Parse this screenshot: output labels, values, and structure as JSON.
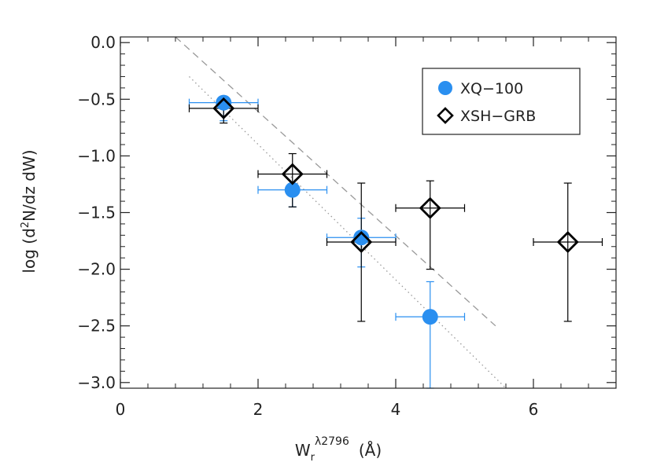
{
  "chart_data": {
    "type": "scatter",
    "xlabel": {
      "main": "W",
      "sub": "r",
      "sup": "λ2796",
      "unit": "(Å)"
    },
    "ylabel": {
      "pre": "log  (d",
      "sup": "2",
      "post": "N/dz  dW)"
    },
    "xlim": [
      0,
      7.2
    ],
    "ylim": [
      -3.05,
      0.05
    ],
    "xticks": [
      0,
      2,
      4,
      6
    ],
    "xtick_labels": [
      "0",
      "2",
      "4",
      "6"
    ],
    "yticks": [
      0.0,
      -0.5,
      -1.0,
      -1.5,
      -2.0,
      -2.5,
      -3.0
    ],
    "ytick_labels": [
      "0.0",
      "−0.5",
      "−1.0",
      "−1.5",
      "−2.0",
      "−2.5",
      "−3.0"
    ],
    "legend_position": "top-right",
    "series": [
      {
        "name": "XQ−100",
        "marker": "filled-circle",
        "color": "#2a8ff0",
        "points": [
          {
            "x": 1.5,
            "y": -0.53,
            "xerr": 0.5,
            "yerr_lo": 0.16,
            "yerr_hi": 0.0
          },
          {
            "x": 2.5,
            "y": -1.3,
            "xerr": 0.5,
            "yerr_lo": 0.15,
            "yerr_hi": 0.0
          },
          {
            "x": 3.5,
            "y": -1.72,
            "xerr": 0.5,
            "yerr_lo": 0.26,
            "yerr_hi": 0.17
          },
          {
            "x": 4.5,
            "y": -2.42,
            "xerr": 0.5,
            "yerr_lo": 0.63,
            "yerr_hi": 0.31
          }
        ]
      },
      {
        "name": "XSH−GRB",
        "marker": "open-diamond",
        "color": "#000000",
        "points": [
          {
            "x": 1.5,
            "y": -0.58,
            "xerr": 0.5,
            "yerr_lo": 0.13,
            "yerr_hi": 0.0
          },
          {
            "x": 2.5,
            "y": -1.16,
            "xerr": 0.5,
            "yerr_lo": 0.29,
            "yerr_hi": 0.18
          },
          {
            "x": 3.5,
            "y": -1.76,
            "xerr": 0.5,
            "yerr_lo": 0.7,
            "yerr_hi": 0.52
          },
          {
            "x": 4.5,
            "y": -1.46,
            "xerr": 0.5,
            "yerr_lo": 0.54,
            "yerr_hi": 0.24
          },
          {
            "x": 6.5,
            "y": -1.76,
            "xerr": 0.5,
            "yerr_lo": 0.7,
            "yerr_hi": 0.52
          }
        ]
      }
    ],
    "fit_lines": [
      {
        "style": "dashed",
        "color": "#999999",
        "x": [
          0.8,
          5.45
        ],
        "y": [
          0.05,
          -2.5
        ]
      },
      {
        "style": "dotted",
        "color": "#999999",
        "x": [
          1.0,
          5.6
        ],
        "y": [
          -0.3,
          -3.05
        ]
      }
    ]
  }
}
